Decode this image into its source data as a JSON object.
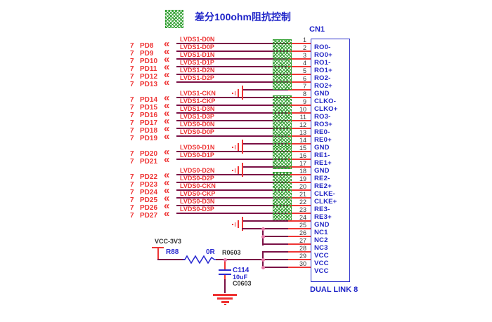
{
  "legend": {
    "note": "差分100ohm阻抗控制"
  },
  "connector": {
    "designator": "CN1",
    "part_name": "DUAL LINK 8",
    "pins": [
      {
        "num": "1",
        "label": "RO0-"
      },
      {
        "num": "2",
        "label": "RO0+"
      },
      {
        "num": "3",
        "label": "RO1-"
      },
      {
        "num": "4",
        "label": "RO1+"
      },
      {
        "num": "5",
        "label": "RO2-"
      },
      {
        "num": "6",
        "label": "RO2+"
      },
      {
        "num": "7",
        "label": "GND"
      },
      {
        "num": "8",
        "label": "CLKO-"
      },
      {
        "num": "9",
        "label": "CLKO+"
      },
      {
        "num": "10",
        "label": "RO3-"
      },
      {
        "num": "11",
        "label": "RO3+"
      },
      {
        "num": "12",
        "label": "RE0-"
      },
      {
        "num": "13",
        "label": "RE0+"
      },
      {
        "num": "14",
        "label": "GND"
      },
      {
        "num": "15",
        "label": "RE1-"
      },
      {
        "num": "16",
        "label": "RE1+"
      },
      {
        "num": "17",
        "label": "GND"
      },
      {
        "num": "18",
        "label": "RE2-"
      },
      {
        "num": "19",
        "label": "RE2+"
      },
      {
        "num": "20",
        "label": "CLKE-"
      },
      {
        "num": "21",
        "label": "CLKE+"
      },
      {
        "num": "22",
        "label": "RE3-"
      },
      {
        "num": "23",
        "label": "RE3+"
      },
      {
        "num": "24",
        "label": "GND"
      },
      {
        "num": "25",
        "label": "NC1"
      },
      {
        "num": "26",
        "label": "NC2"
      },
      {
        "num": "27",
        "label": "NC3"
      },
      {
        "num": "28",
        "label": "VCC"
      },
      {
        "num": "29",
        "label": "VCC"
      },
      {
        "num": "30",
        "label": "VCC"
      }
    ]
  },
  "port_sheet_ref": "7",
  "ports": [
    {
      "pin": 1,
      "pd": "PD8",
      "net": "LVDS1-D0N"
    },
    {
      "pin": 2,
      "pd": "PD9",
      "net": "LVDS1-D0P"
    },
    {
      "pin": 3,
      "pd": "PD10",
      "net": "LVDS1-D1N"
    },
    {
      "pin": 4,
      "pd": "PD11",
      "net": "LVDS1-D1P"
    },
    {
      "pin": 5,
      "pd": "PD12",
      "net": "LVDS1-D2N"
    },
    {
      "pin": 6,
      "pd": "PD13",
      "net": "LVDS1-D2P"
    },
    {
      "pin": 8,
      "pd": "PD14",
      "net": "LVDS1-CKN"
    },
    {
      "pin": 9,
      "pd": "PD15",
      "net": "LVDS1-CKP"
    },
    {
      "pin": 10,
      "pd": "PD16",
      "net": "LVDS1-D3N"
    },
    {
      "pin": 11,
      "pd": "PD17",
      "net": "LVDS1-D3P"
    },
    {
      "pin": 12,
      "pd": "PD18",
      "net": "LVDS0-D0N"
    },
    {
      "pin": 13,
      "pd": "PD19",
      "net": "LVDS0-D0P"
    },
    {
      "pin": 15,
      "pd": "PD20",
      "net": "LVDS0-D1N"
    },
    {
      "pin": 16,
      "pd": "PD21",
      "net": "LVDS0-D1P"
    },
    {
      "pin": 18,
      "pd": "PD22",
      "net": "LVDS0-D2N"
    },
    {
      "pin": 19,
      "pd": "PD23",
      "net": "LVDS0-D2P"
    },
    {
      "pin": 20,
      "pd": "PD24",
      "net": "LVDS0-CKN"
    },
    {
      "pin": 21,
      "pd": "PD25",
      "net": "LVDS0-CKP"
    },
    {
      "pin": 22,
      "pd": "PD26",
      "net": "LVDS0-D3N"
    },
    {
      "pin": 23,
      "pd": "PD27",
      "net": "LVDS0-D3P"
    }
  ],
  "power": {
    "rail": "VCC-3V3",
    "resistor": {
      "ref": "R88",
      "value": "0R",
      "footprint": "R0603"
    },
    "capacitor": {
      "ref": "C114",
      "value": "10uF",
      "footprint": "C0603"
    }
  },
  "colors": {
    "wire": "#7a1045",
    "pin_red": "#ee3434",
    "label_blue": "#2428c6",
    "hatch_green": "#2e9e2e",
    "junction_dot": "#e878a8",
    "text_black": "#333333"
  }
}
